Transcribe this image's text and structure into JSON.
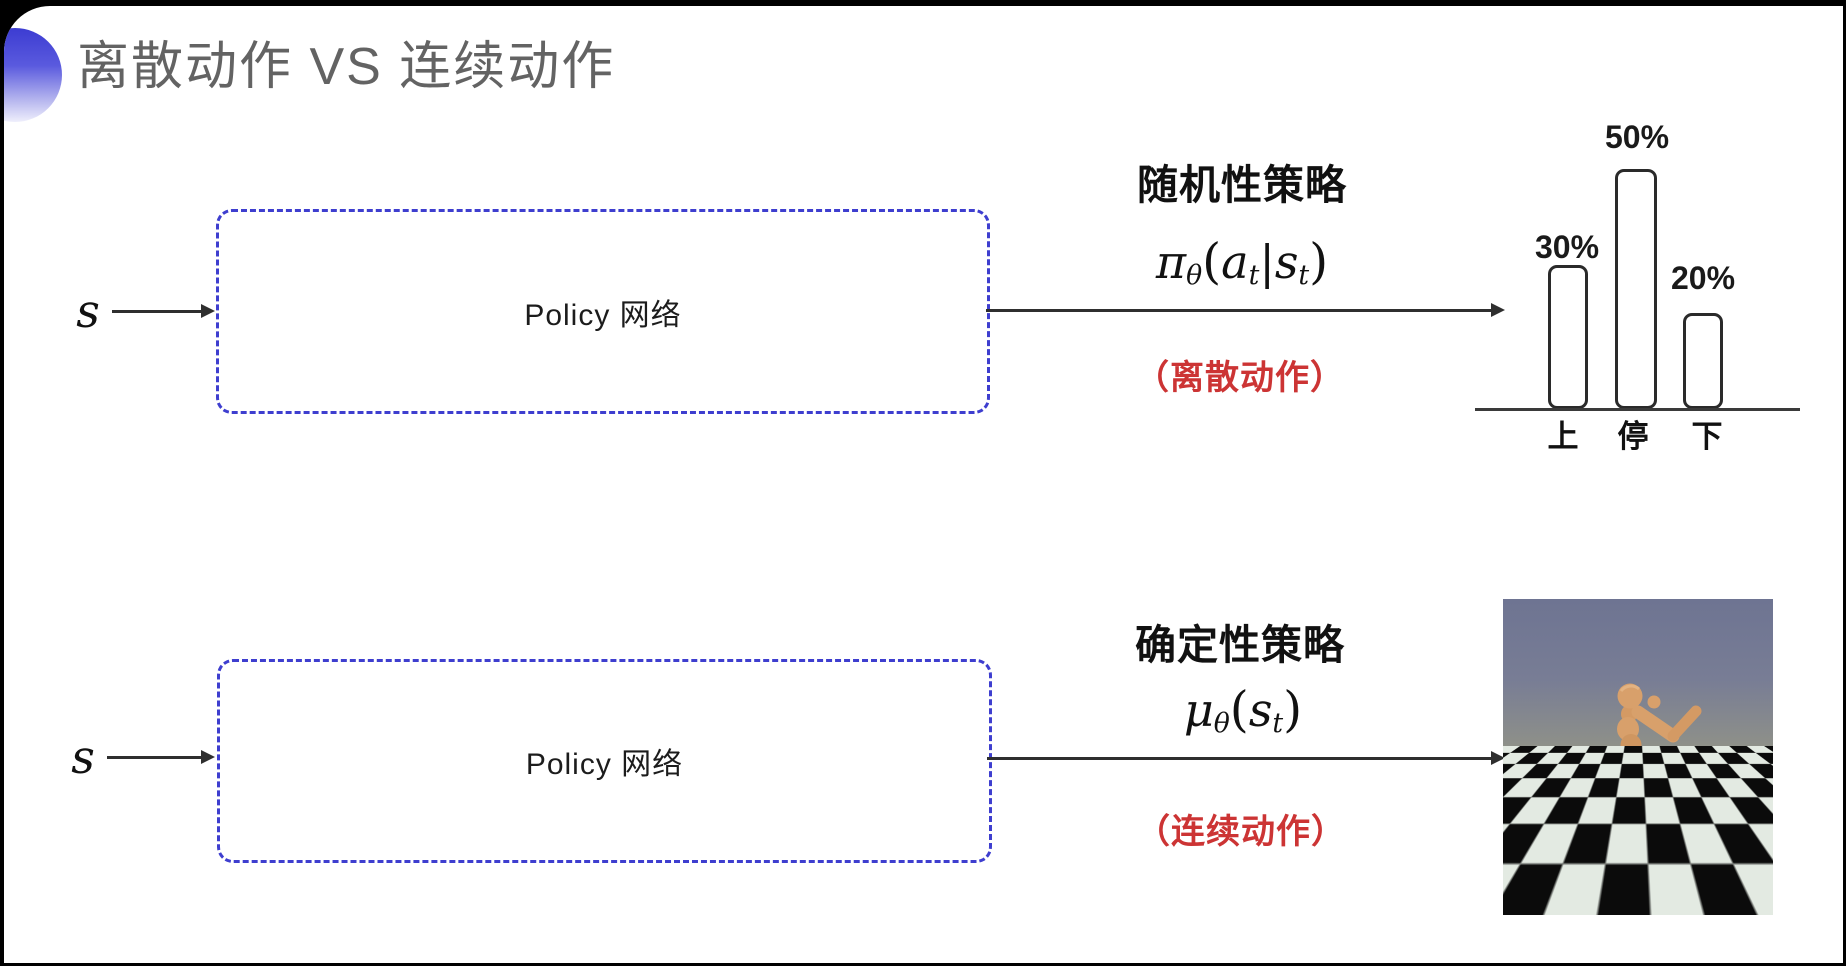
{
  "title": {
    "text": "离散动作 VS 连续动作"
  },
  "colors": {
    "accent_blue": "#3e3ecf",
    "red_note": "#cc3434",
    "title_gray": "#636363",
    "arrow": "#2f2f2f",
    "slide_bg": "#ffffff",
    "frame_bg": "#000000"
  },
  "row1": {
    "input": "s",
    "box_label": "Policy 网络",
    "policy_type": "随机性策略",
    "formula": {
      "sym": "π",
      "sym_sub": "θ",
      "open": "(",
      "a": "a",
      "a_sub": "t",
      "bar": "|",
      "s": "s",
      "s_sub": "t",
      "close": ")"
    },
    "action_note": "（离散动作）"
  },
  "row2": {
    "input": "s",
    "box_label": "Policy 网络",
    "policy_type": "确定性策略",
    "formula": {
      "sym": "μ",
      "sym_sub": "θ",
      "open": "(",
      "s": "s",
      "s_sub": "t",
      "close": ")"
    },
    "action_note": "（连续动作）"
  },
  "chart_data": {
    "type": "bar",
    "categories": [
      "上",
      "停",
      "下"
    ],
    "values": [
      30,
      50,
      20
    ],
    "value_labels": [
      "30%",
      "50%",
      "20%"
    ],
    "unit": "%",
    "ylim": [
      0,
      100
    ],
    "title": "",
    "xlabel": "",
    "ylabel": ""
  },
  "robot_image": {
    "alt": "humanoid robot running on a black-and-white checkerboard floor"
  }
}
